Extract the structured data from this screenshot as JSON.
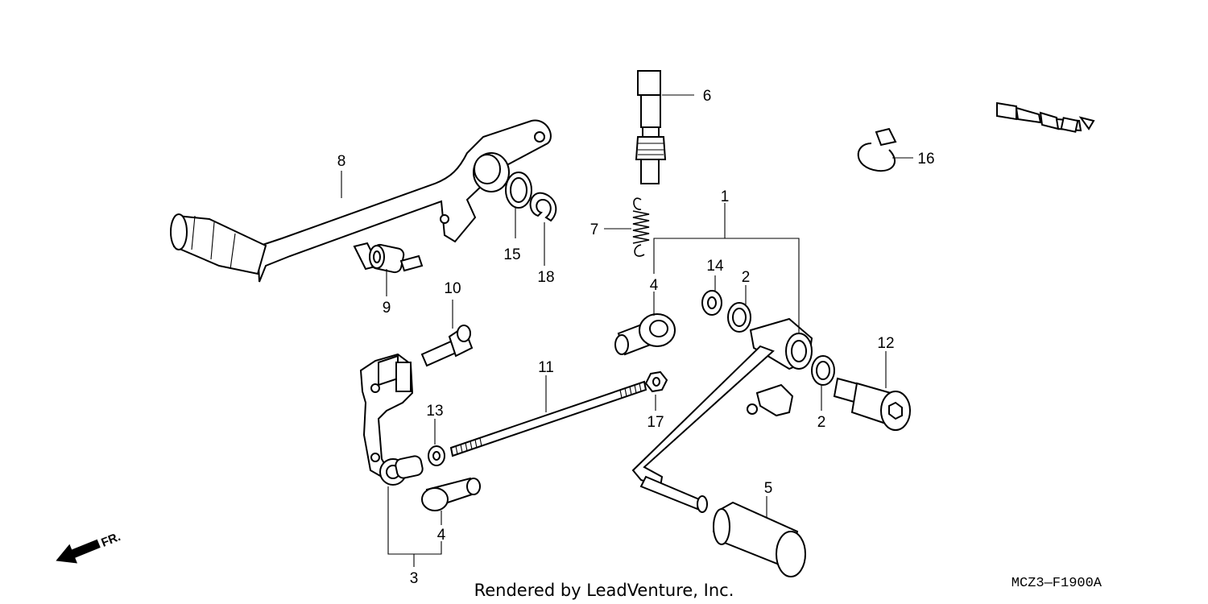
{
  "callouts": {
    "c1": "1",
    "c2a": "2",
    "c2b": "2",
    "c3": "3",
    "c4a": "4",
    "c4b": "4",
    "c5": "5",
    "c6": "6",
    "c7": "7",
    "c8": "8",
    "c9": "9",
    "c10": "10",
    "c11": "11",
    "c12": "12",
    "c13": "13",
    "c14": "14",
    "c15": "15",
    "c16": "16",
    "c17": "17",
    "c18": "18"
  },
  "front_arrow_label": "FR.",
  "credit": "Rendered by LeadVenture, Inc.",
  "diagram_code": "MCZ3—F1900A"
}
